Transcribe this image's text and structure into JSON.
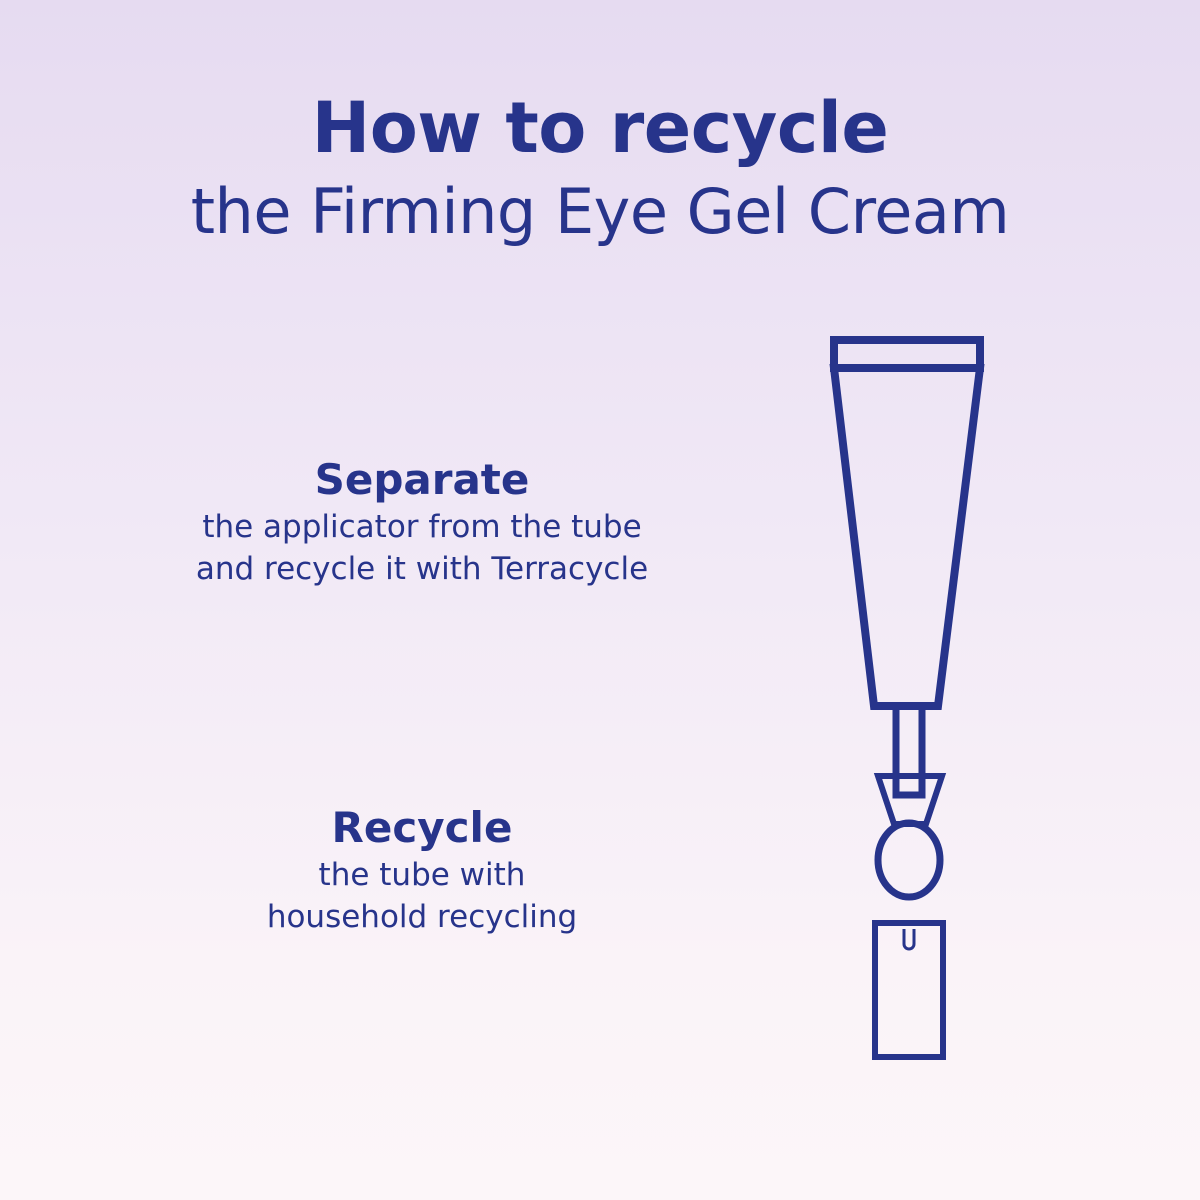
{
  "colors": {
    "ink": "#27348b",
    "background_top": "#e6dbf1",
    "background_bottom": "#fcf6f9"
  },
  "title": {
    "line1": "How to recycle",
    "line2": "the Firming Eye Gel Cream"
  },
  "steps": [
    {
      "heading": "Separate",
      "lines": [
        "the applicator from the tube",
        "and recycle it with Terracycle"
      ]
    },
    {
      "heading": "Recycle",
      "lines": [
        "the tube with",
        "household recycling"
      ]
    }
  ],
  "illustration": {
    "icon": "eye-gel-tube-with-applicator-icon"
  }
}
